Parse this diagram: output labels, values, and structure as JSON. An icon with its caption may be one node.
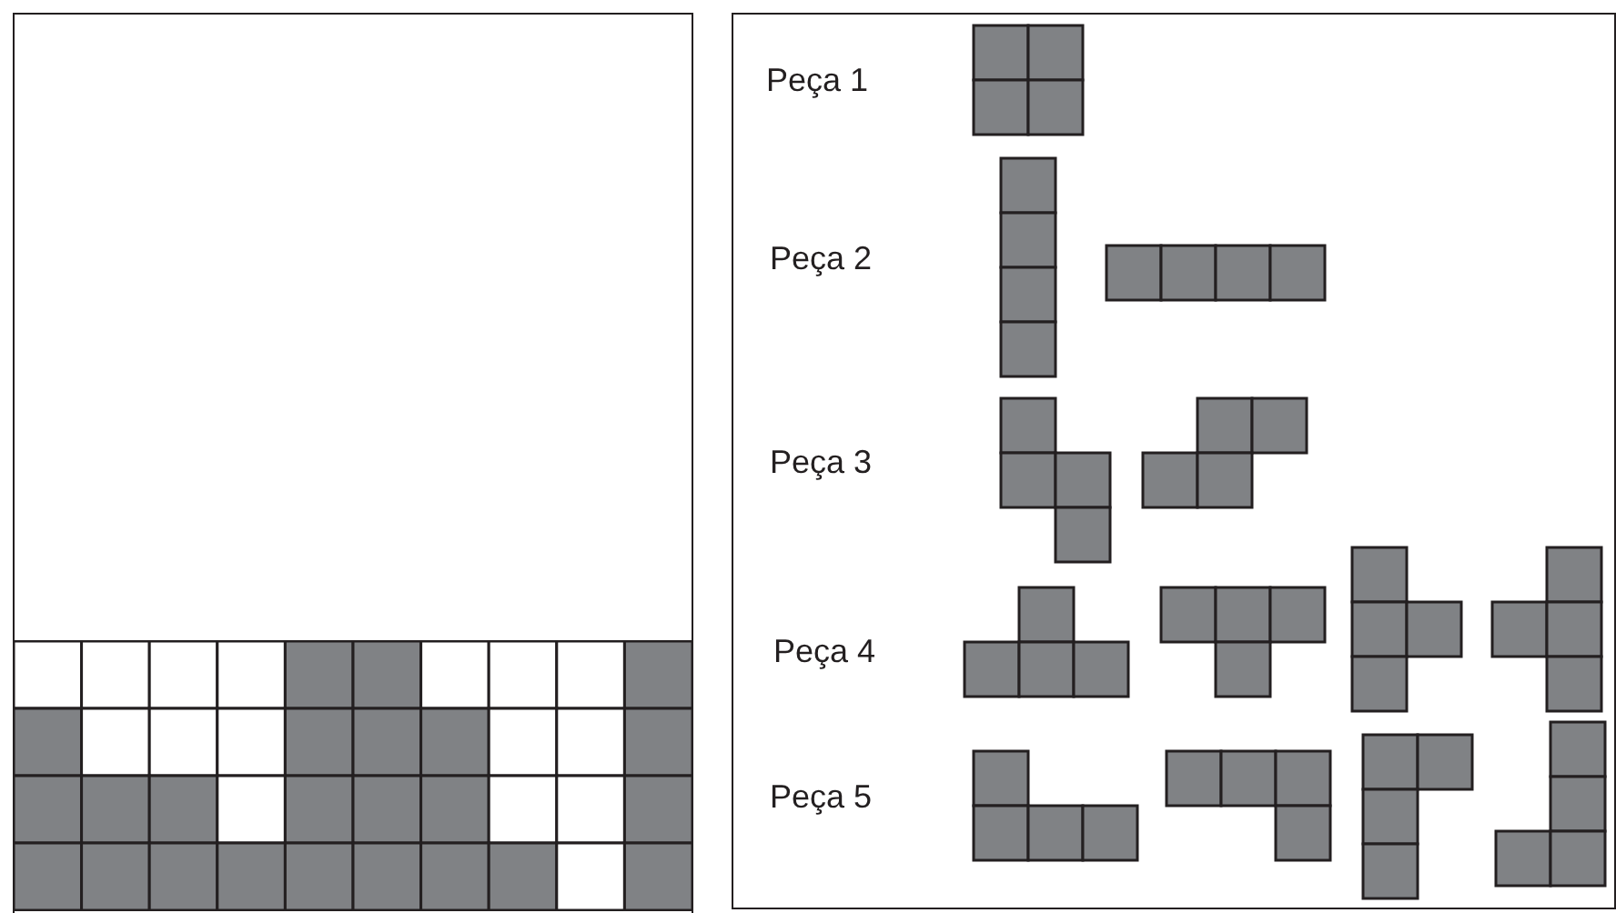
{
  "diagram": {
    "labels": [
      "Peça 1",
      "Peça 2",
      "Peça 3",
      "Peça 4",
      "Peça 5"
    ]
  }
}
